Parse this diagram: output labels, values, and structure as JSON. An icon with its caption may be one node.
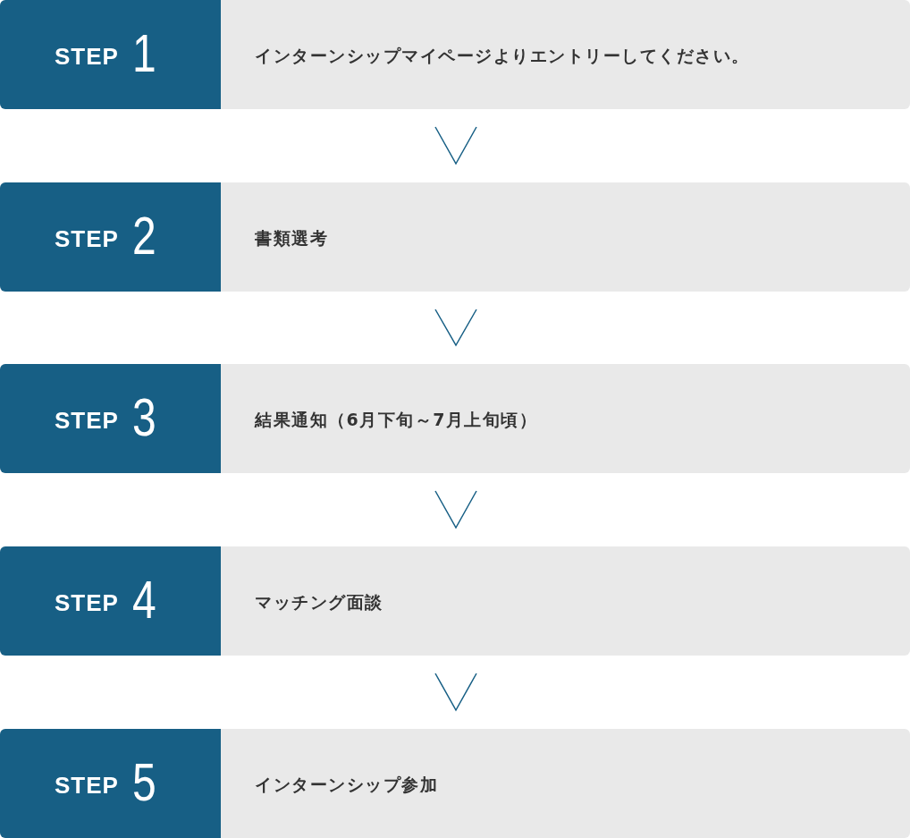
{
  "diagram": {
    "nodes": [
      {
        "text": [
          "STEP",
          "1",
          "インターンシップマイページよりエントリーしてください。"
        ]
      },
      {
        "text": [
          "STEP",
          "2",
          "書類選考"
        ]
      },
      {
        "text": [
          "STEP",
          "3",
          "結果通知（6月下旬～7月上旬頃）"
        ]
      },
      {
        "text": [
          "STEP",
          "4",
          "マッチング面談"
        ]
      },
      {
        "text": [
          "STEP",
          "5",
          "インターンシップ参加"
        ]
      }
    ],
    "edges": [
      {
        "from": 0,
        "to": 1,
        "arrow": "to"
      },
      {
        "from": 1,
        "to": 2,
        "arrow": "to"
      },
      {
        "from": 2,
        "to": 3,
        "arrow": "to"
      },
      {
        "from": 3,
        "to": 4,
        "arrow": "to"
      }
    ]
  }
}
